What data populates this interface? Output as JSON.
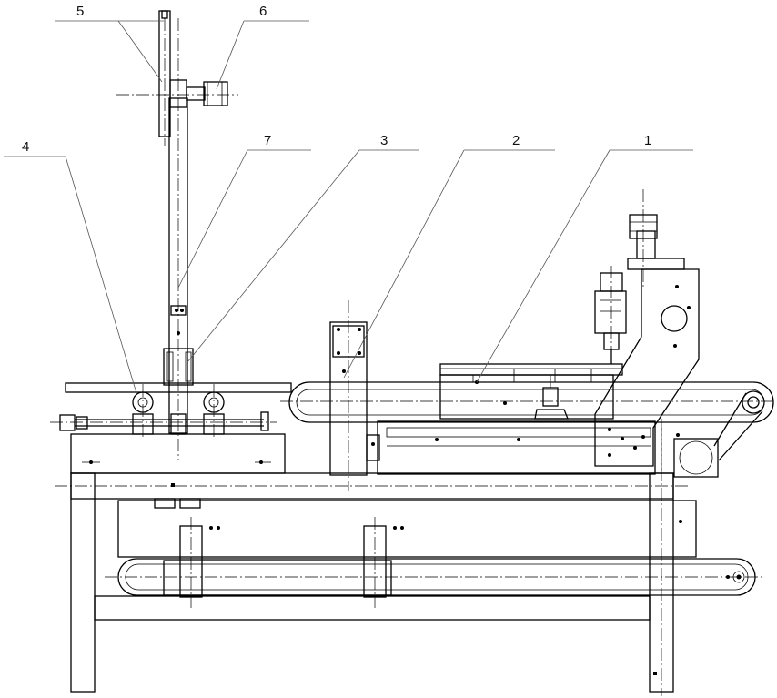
{
  "callouts": [
    {
      "id": "1",
      "text": "1"
    },
    {
      "id": "2",
      "text": "2"
    },
    {
      "id": "3",
      "text": "3"
    },
    {
      "id": "4",
      "text": "4"
    },
    {
      "id": "5",
      "text": "5"
    },
    {
      "id": "6",
      "text": "6"
    },
    {
      "id": "7",
      "text": "7"
    }
  ],
  "colors": {
    "line": "#000000",
    "leader": "#555555",
    "background": "#ffffff"
  }
}
